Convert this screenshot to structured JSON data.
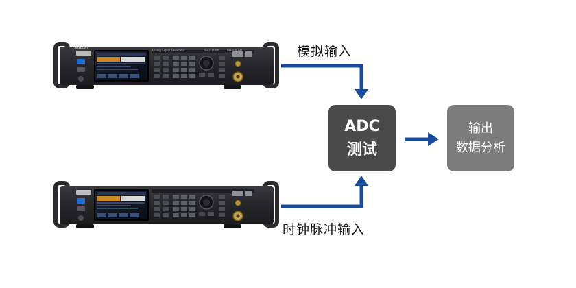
{
  "inputs": {
    "analog_label": "模拟输入",
    "clock_label": "时钟脉冲输入"
  },
  "adc_box": {
    "line1": "ADC",
    "line2": "测试"
  },
  "output_box": {
    "line1": "输出",
    "line2": "数据分析"
  },
  "instrument": {
    "brand": "SIGLENT",
    "model_text": "Analog Signal Generator",
    "series_text": "SSG5000X",
    "freq_text": "9kHz-4GHz"
  },
  "colors": {
    "arrow": "#1a4c9c",
    "adc_box": "#4a4a4a",
    "output_box": "#7c7c7c",
    "instrument_body": "#2a2a2d",
    "screen": "#10131c"
  }
}
